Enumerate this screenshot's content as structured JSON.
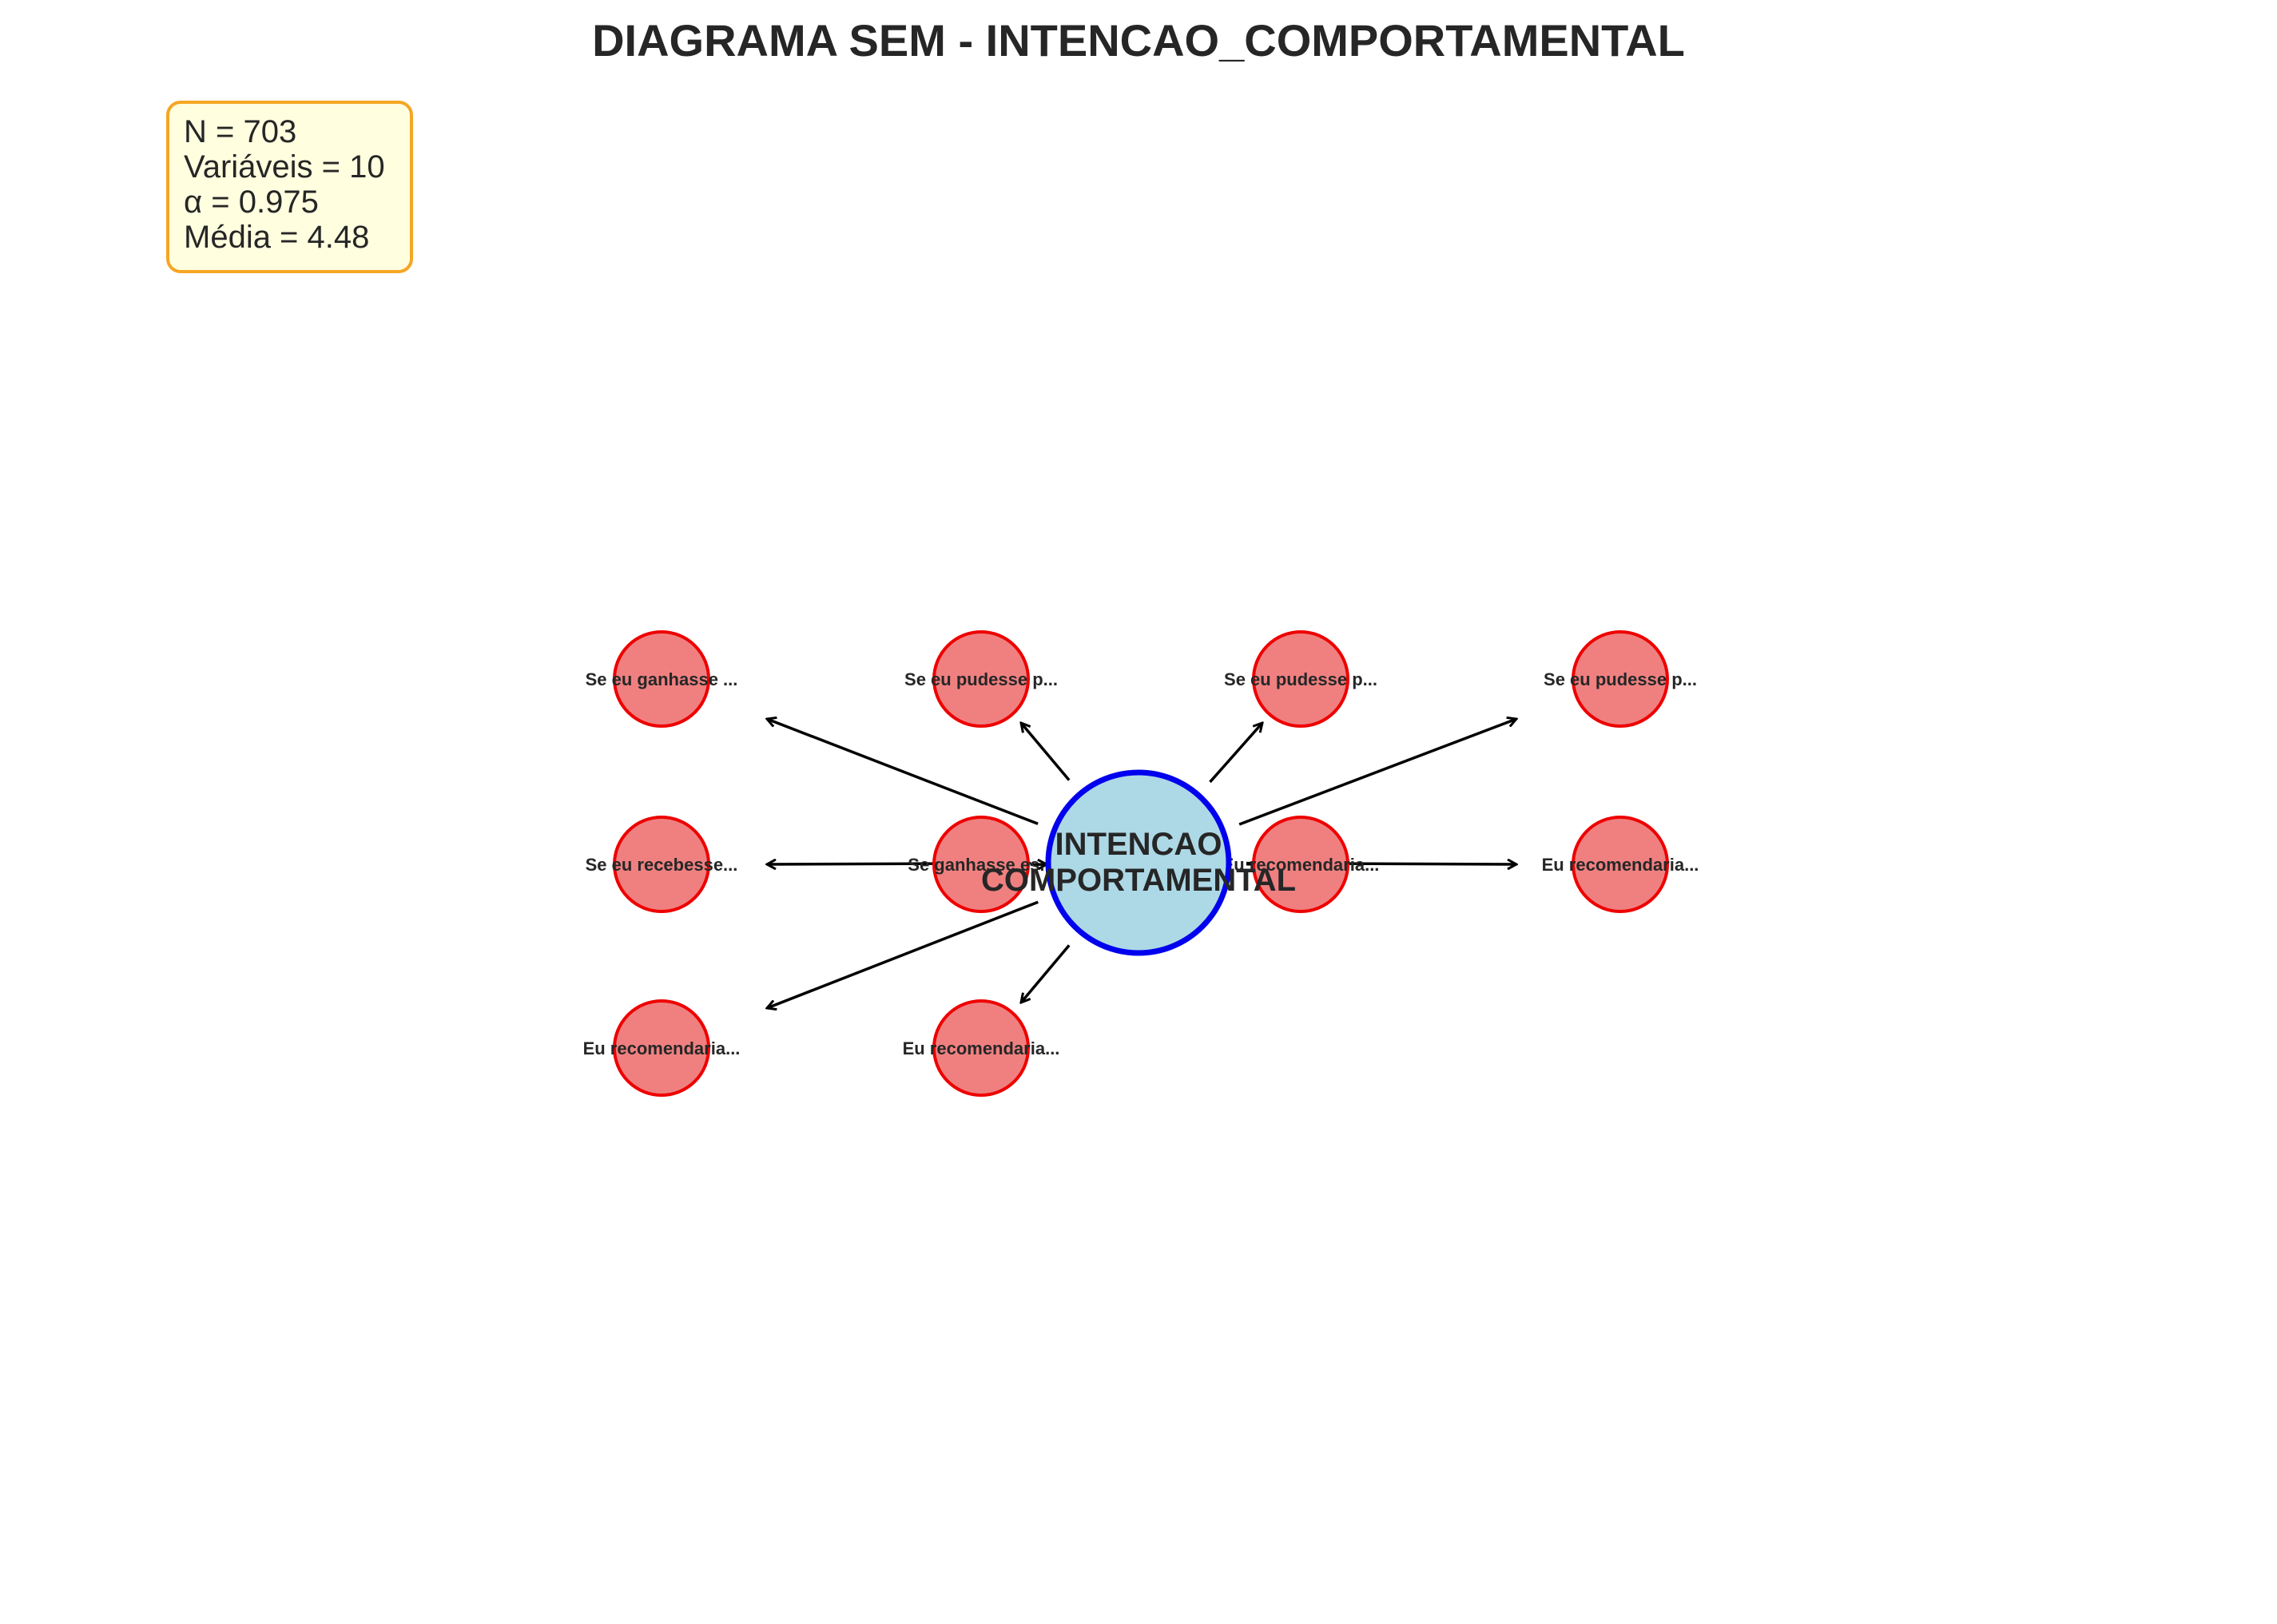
{
  "title": "DIAGRAMA SEM - INTENCAO_COMPORTAMENTAL",
  "stats": {
    "n": "N = 703",
    "variables": "Variáveis = 10",
    "alpha": "α = 0.975",
    "mean": "Média = 4.48"
  },
  "latent": {
    "line1": "INTENCAO",
    "line2": "COMPORTAMENTAL"
  },
  "items": [
    "Se eu ganhasse ...",
    "Se eu pudesse p...",
    "Se eu pudesse p...",
    "Se eu pudesse p...",
    "Se eu recebesse...",
    "Se ganhasse es...",
    "Eu recomendaria...",
    "Eu recomendaria...",
    "Eu recomendaria...",
    "Eu recomendaria..."
  ],
  "colors": {
    "latent_fill": "#add8e6",
    "latent_stroke": "#0000ee",
    "item_fill": "#f08080",
    "item_stroke": "#ee0000",
    "stats_fill": "#ffffe0",
    "stats_stroke": "#f5a623",
    "arrow": "#000000",
    "text": "#262626"
  }
}
